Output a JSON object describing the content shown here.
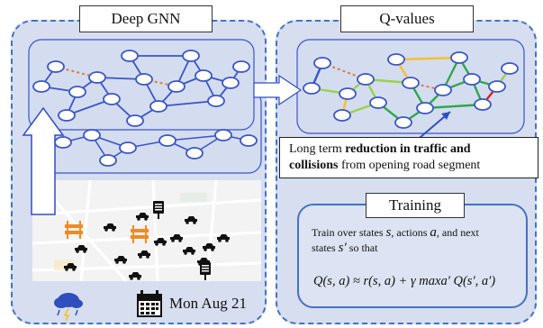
{
  "left_panel": {
    "title": "Deep GNN",
    "date": "Mon Aug 21",
    "icons": [
      "storm-cloud-icon",
      "calendar-icon",
      "road-barrier-icon",
      "car-icon",
      "traffic-light-icon",
      "up-arrow"
    ]
  },
  "right_panel": {
    "title": "Q-values",
    "callout": {
      "prefix": "Long term ",
      "bold1": "reduction in traffic and",
      "bold2": "collisions",
      "suffix": " from opening road segment"
    },
    "training": {
      "title": "Training",
      "text_line1": "Train over states",
      "var_s": "s",
      "text_actions": ", actions",
      "var_a": "a",
      "text_and_next": ", and next",
      "text_line2a": "states",
      "var_s_prime": "s′",
      "text_line2b": " so that",
      "formula": "Q(s, a) ≈ r(s, a) + γ maxa′ Q(s′, a′)"
    }
  },
  "colors": {
    "panel_border": "#4472c4",
    "panel_fill": "#d6def0",
    "node_stroke": "#3a56c5",
    "edge_blue": "#3a56c5",
    "dashed_edge": "#e07b39",
    "green": "#2ea84a",
    "light_green": "#9bd14b",
    "yellow": "#f2c12e",
    "red": "#e02020",
    "barrier_orange": "#f08a24"
  }
}
